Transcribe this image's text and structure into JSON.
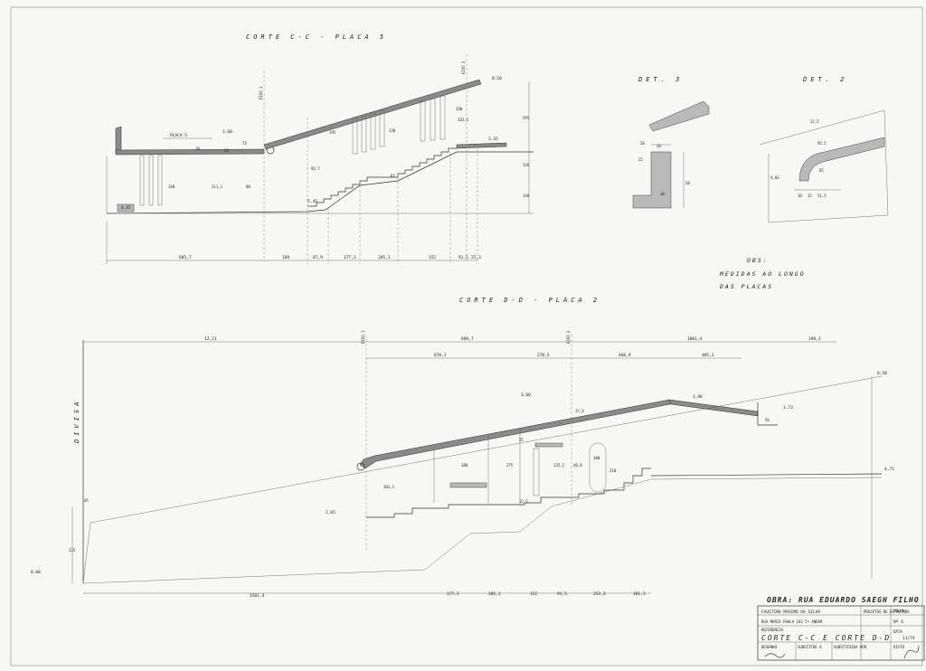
{
  "corte_cc": {
    "title": "CORTE C-C - PLACA 5",
    "axis_1": "EIXO 1",
    "axis_2": "EIXO 2",
    "placa": "PLACA 5",
    "levels": [
      "8,50",
      "3,60",
      "3,35",
      "5,45",
      "0,65"
    ],
    "dims_bottom": [
      "685,7",
      "189",
      "87,9",
      "177,1",
      "205,1",
      "152",
      "91,5",
      "25,3"
    ],
    "dims_inner": [
      "10",
      "73",
      "140",
      "211,1",
      "80",
      "93,7",
      "195",
      "142,1",
      "130",
      "190",
      "20",
      "126",
      "148",
      "295",
      "83"
    ]
  },
  "det3": {
    "title": "DET. 3",
    "dims": [
      "20",
      "20",
      "25",
      "50",
      "18"
    ]
  },
  "det2": {
    "title": "DET. 2",
    "dims": [
      "22,5",
      "95,5",
      "65",
      "4,03",
      "10",
      "15",
      "51,5"
    ]
  },
  "obs": {
    "line1": "OBS:",
    "line2": "MEDIDAS AO LONGO",
    "line3": "DAS PLACAS"
  },
  "corte_dd": {
    "title": "CORTE D-D - PLACA 2",
    "divisa": "DIVISA",
    "axis_1": "EIXO 1",
    "axis_2": "EIXO 2",
    "dims_top": [
      "12,21",
      "896,7",
      "1001,4",
      "190,3"
    ],
    "dims_second": [
      "876,2",
      "270,5",
      "460,9",
      "405,3"
    ],
    "levels": [
      "3,60",
      "8,50",
      "1,96",
      "1,73",
      "2,65",
      "0,00",
      "4,71"
    ],
    "dims_bottom": [
      "1501,4",
      "177,2",
      "205,1",
      "152",
      "91,5",
      "253,3",
      "181,3"
    ],
    "dims_inner": [
      "180",
      "275",
      "135,2",
      "40,8",
      "100",
      "210",
      "202,1",
      "12,5",
      "45",
      "225",
      "37,3",
      "25",
      "56"
    ]
  },
  "obra": "OBRA: RUA EDUARDO SAEGH FILHO",
  "title_block": {
    "engineer": "FAUSTINO MAXIMO DA SILVA",
    "role": "PROJETOS DE ESTRUTURA",
    "address": "RUA MARIA PAULA 183 5º ANDAR",
    "folha_label": "FOLHA",
    "folha_num": "Nº 4",
    "referencia_label": "REFERENCIA",
    "drawing_title": "CORTE C-C E CORTE D-D",
    "data_label": "DATA",
    "data_value": "11/74",
    "desenho_label": "DESENHO",
    "substitue_label": "SUBSTITUE A",
    "substituida_label": "SUBSTITUIDA POR",
    "visto_label": "VISTO"
  }
}
